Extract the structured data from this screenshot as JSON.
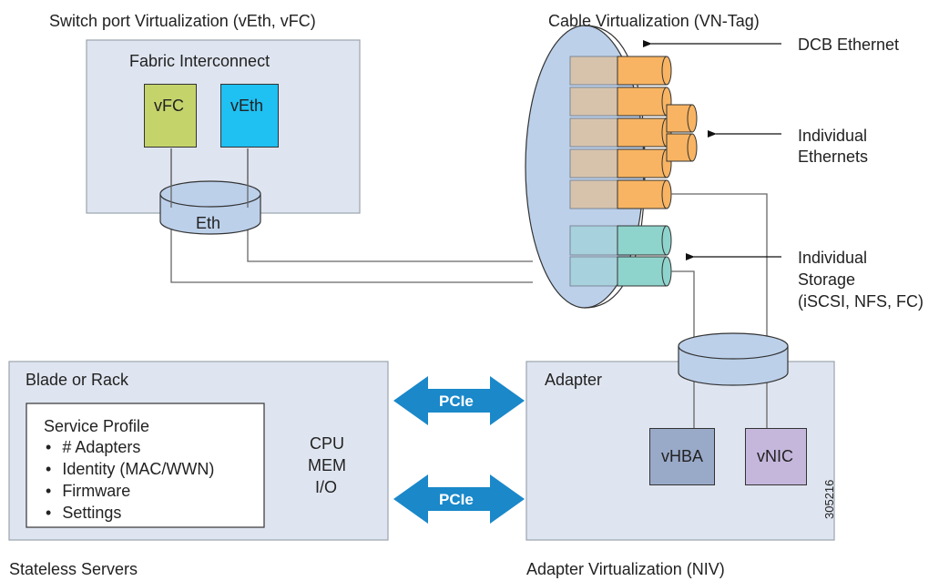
{
  "titles": {
    "switch_port": "Switch port Virtualization (vEth, vFC)",
    "cable": "Cable Virtualization (VN-Tag)",
    "stateless": "Stateless Servers",
    "adapter_virt": "Adapter Virtualization (NIV)"
  },
  "fabric": {
    "label": "Fabric Interconnect",
    "vfc": "vFC",
    "veth": "vEth",
    "eth": "Eth"
  },
  "callouts": {
    "dcb": "DCB Ethernet",
    "individual_ethernets_1": "Individual",
    "individual_ethernets_2": "Ethernets",
    "storage_1": "Individual",
    "storage_2": "Storage",
    "storage_3": "(iSCSI, NFS, FC)"
  },
  "server": {
    "label": "Blade or Rack",
    "profile_title": "Service Profile",
    "profile_items": [
      "# Adapters",
      "Identity (MAC/WWN)",
      "Firmware",
      "Settings"
    ],
    "cpu": "CPU",
    "mem": "MEM",
    "io": "I/O"
  },
  "pcie": {
    "top": "PCIe",
    "bottom": "PCIe"
  },
  "adapter": {
    "label": "Adapter",
    "vhba": "vHBA",
    "vnic": "vNIC"
  },
  "figure_id": "305216",
  "colors": {
    "panel": "#dfe5f0",
    "panel_border": "#9aa3ad",
    "vfc": "#c5d36b",
    "veth": "#1fc0f2",
    "vhba": "#99a9c8",
    "vnic": "#c5b7dc",
    "cylinder": "#bcd0ea",
    "orange": "#f8b462",
    "teal": "#8ed4cc",
    "arrow_blue": "#1a88c9"
  }
}
